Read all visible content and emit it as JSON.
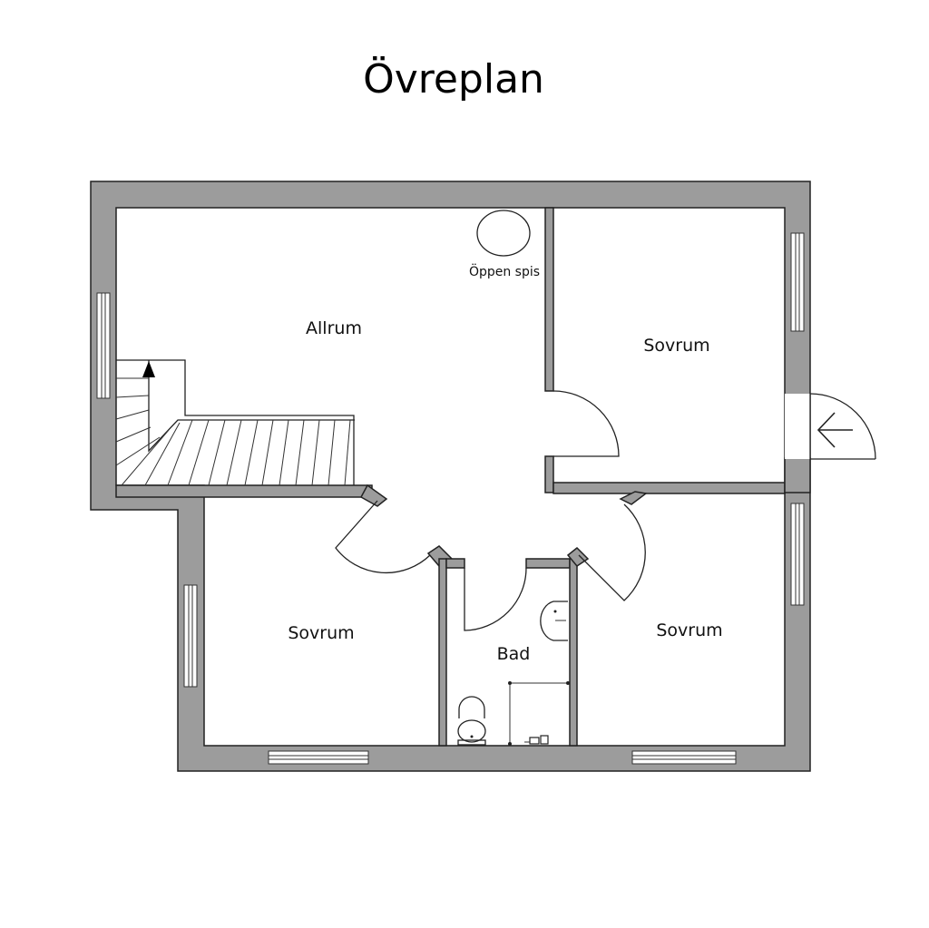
{
  "plan": {
    "title": "Övreplan",
    "rooms": {
      "allrum": "Allrum",
      "sovrum_top_right": "Sovrum",
      "sovrum_bottom_left": "Sovrum",
      "sovrum_bottom_right": "Sovrum",
      "bad": "Bad"
    },
    "fireplace_label": "Öppen spis",
    "colors": {
      "wall": "#9c9c9c",
      "line": "#222222",
      "background": "#ffffff"
    }
  }
}
